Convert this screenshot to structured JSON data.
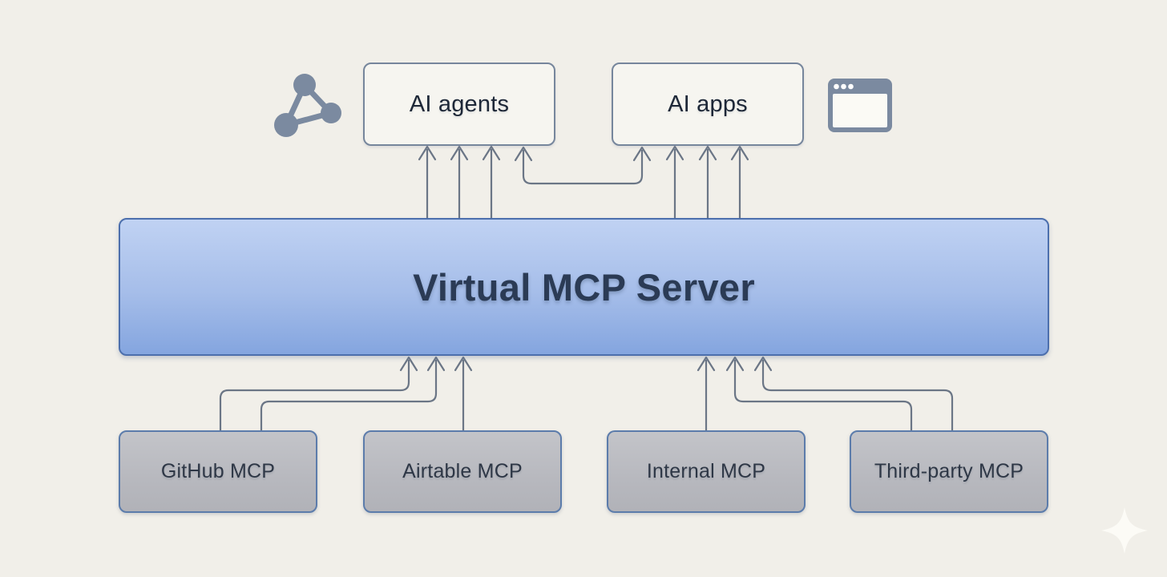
{
  "diagram": {
    "type": "architecture-diagram",
    "clients": [
      {
        "id": "ai-agents",
        "label": "AI agents"
      },
      {
        "id": "ai-apps",
        "label": "AI apps"
      }
    ],
    "hub": {
      "id": "virtual-mcp-server",
      "label": "Virtual MCP Server"
    },
    "servers": [
      {
        "id": "github-mcp",
        "label": "GitHub MCP"
      },
      {
        "id": "airtable-mcp",
        "label": "Airtable MCP"
      },
      {
        "id": "internal-mcp",
        "label": "Internal MCP"
      },
      {
        "id": "third-party-mcp",
        "label": "Third-party MCP"
      }
    ],
    "icons": [
      {
        "name": "network-nodes-icon",
        "meaning": "connected network of agents",
        "position": "left of AI agents box"
      },
      {
        "name": "browser-window-icon",
        "meaning": "application window",
        "position": "right of AI apps box"
      },
      {
        "name": "sparkle-icon",
        "meaning": "decorative watermark",
        "position": "bottom-right corner"
      }
    ],
    "connections": {
      "hub_to_clients": [
        {
          "from": "virtual-mcp-server",
          "to": "ai-agents",
          "arrows": 3,
          "style": "straight vertical, arrowheads up"
        },
        {
          "from": "virtual-mcp-server",
          "to": "ai-apps",
          "arrows": 3,
          "style": "straight vertical, arrowheads up"
        }
      ],
      "client_link": {
        "between": [
          "ai-agents",
          "ai-apps"
        ],
        "style": "u-shaped connector with arrowheads at both ends"
      },
      "servers_to_hub": [
        {
          "from": "github-mcp",
          "to": "virtual-mcp-server",
          "arrows": 2,
          "style": "elbow up-right-up"
        },
        {
          "from": "airtable-mcp",
          "to": "virtual-mcp-server",
          "arrows": 1,
          "style": "straight vertical"
        },
        {
          "from": "internal-mcp",
          "to": "virtual-mcp-server",
          "arrows": 1,
          "style": "straight vertical"
        },
        {
          "from": "third-party-mcp",
          "to": "virtual-mcp-server",
          "arrows": 2,
          "style": "elbow up-left-up"
        }
      ]
    },
    "colors": {
      "background": "#f1efe9",
      "hub_gradient_top": "#c0d2f3",
      "hub_gradient_bottom": "#84a5df",
      "hub_border": "#4c6fad",
      "hub_text": "#2b3b55",
      "client_box_fill": "#f6f5f0",
      "client_box_border": "#76869c",
      "client_text": "#1d2737",
      "server_box_fill": "#b7b8be",
      "server_box_border": "#5c7cab",
      "server_text": "#2e3746",
      "connector": "#6b7686",
      "icon": "#7b8aa0"
    }
  }
}
